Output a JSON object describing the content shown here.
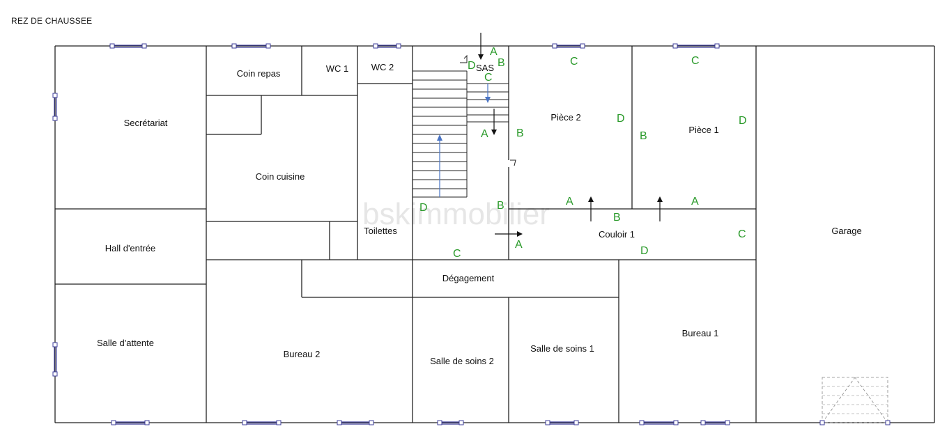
{
  "title": "REZ DE CHAUSSEE",
  "watermark": "bskimmobilier",
  "colors": {
    "wall": "#222222",
    "window": "#3c3c9a",
    "marker": "#2a9a2a",
    "arrow_stair": "#4a74c4"
  },
  "rooms": {
    "secretariat": "Secrétariat",
    "coin_repas": "Coin repas",
    "wc1": "WC 1",
    "wc2": "WC 2",
    "sas": "SAS",
    "piece2": "Pièce 2",
    "piece1": "Pièce 1",
    "coin_cuisine": "Coin cuisine",
    "hall": "Hall d'entrée",
    "toilettes": "Toilettes",
    "couloir1": "Couloir 1",
    "garage": "Garage",
    "degagement": "Dégagement",
    "salle_attente": "Salle d'attente",
    "bureau2": "Bureau 2",
    "soins2": "Salle de soins 2",
    "soins1": "Salle de soins 1",
    "bureau1": "Bureau 1"
  },
  "markers": {
    "sas_a": "A",
    "sas_d": "D",
    "sas_b": "B",
    "sas_c": "C",
    "stair_a": "A",
    "stair_b": "B",
    "stair_bottom_b": "B",
    "stair_d": "D",
    "stair_c": "C",
    "p2_c": "C",
    "p2_d": "D",
    "p2_a": "A",
    "p1_c": "C",
    "p1_b": "B",
    "p1_d": "D",
    "p1_a": "A",
    "couloir_b": "B",
    "couloir_a": "A",
    "couloir_d": "D",
    "couloir_c": "C"
  }
}
